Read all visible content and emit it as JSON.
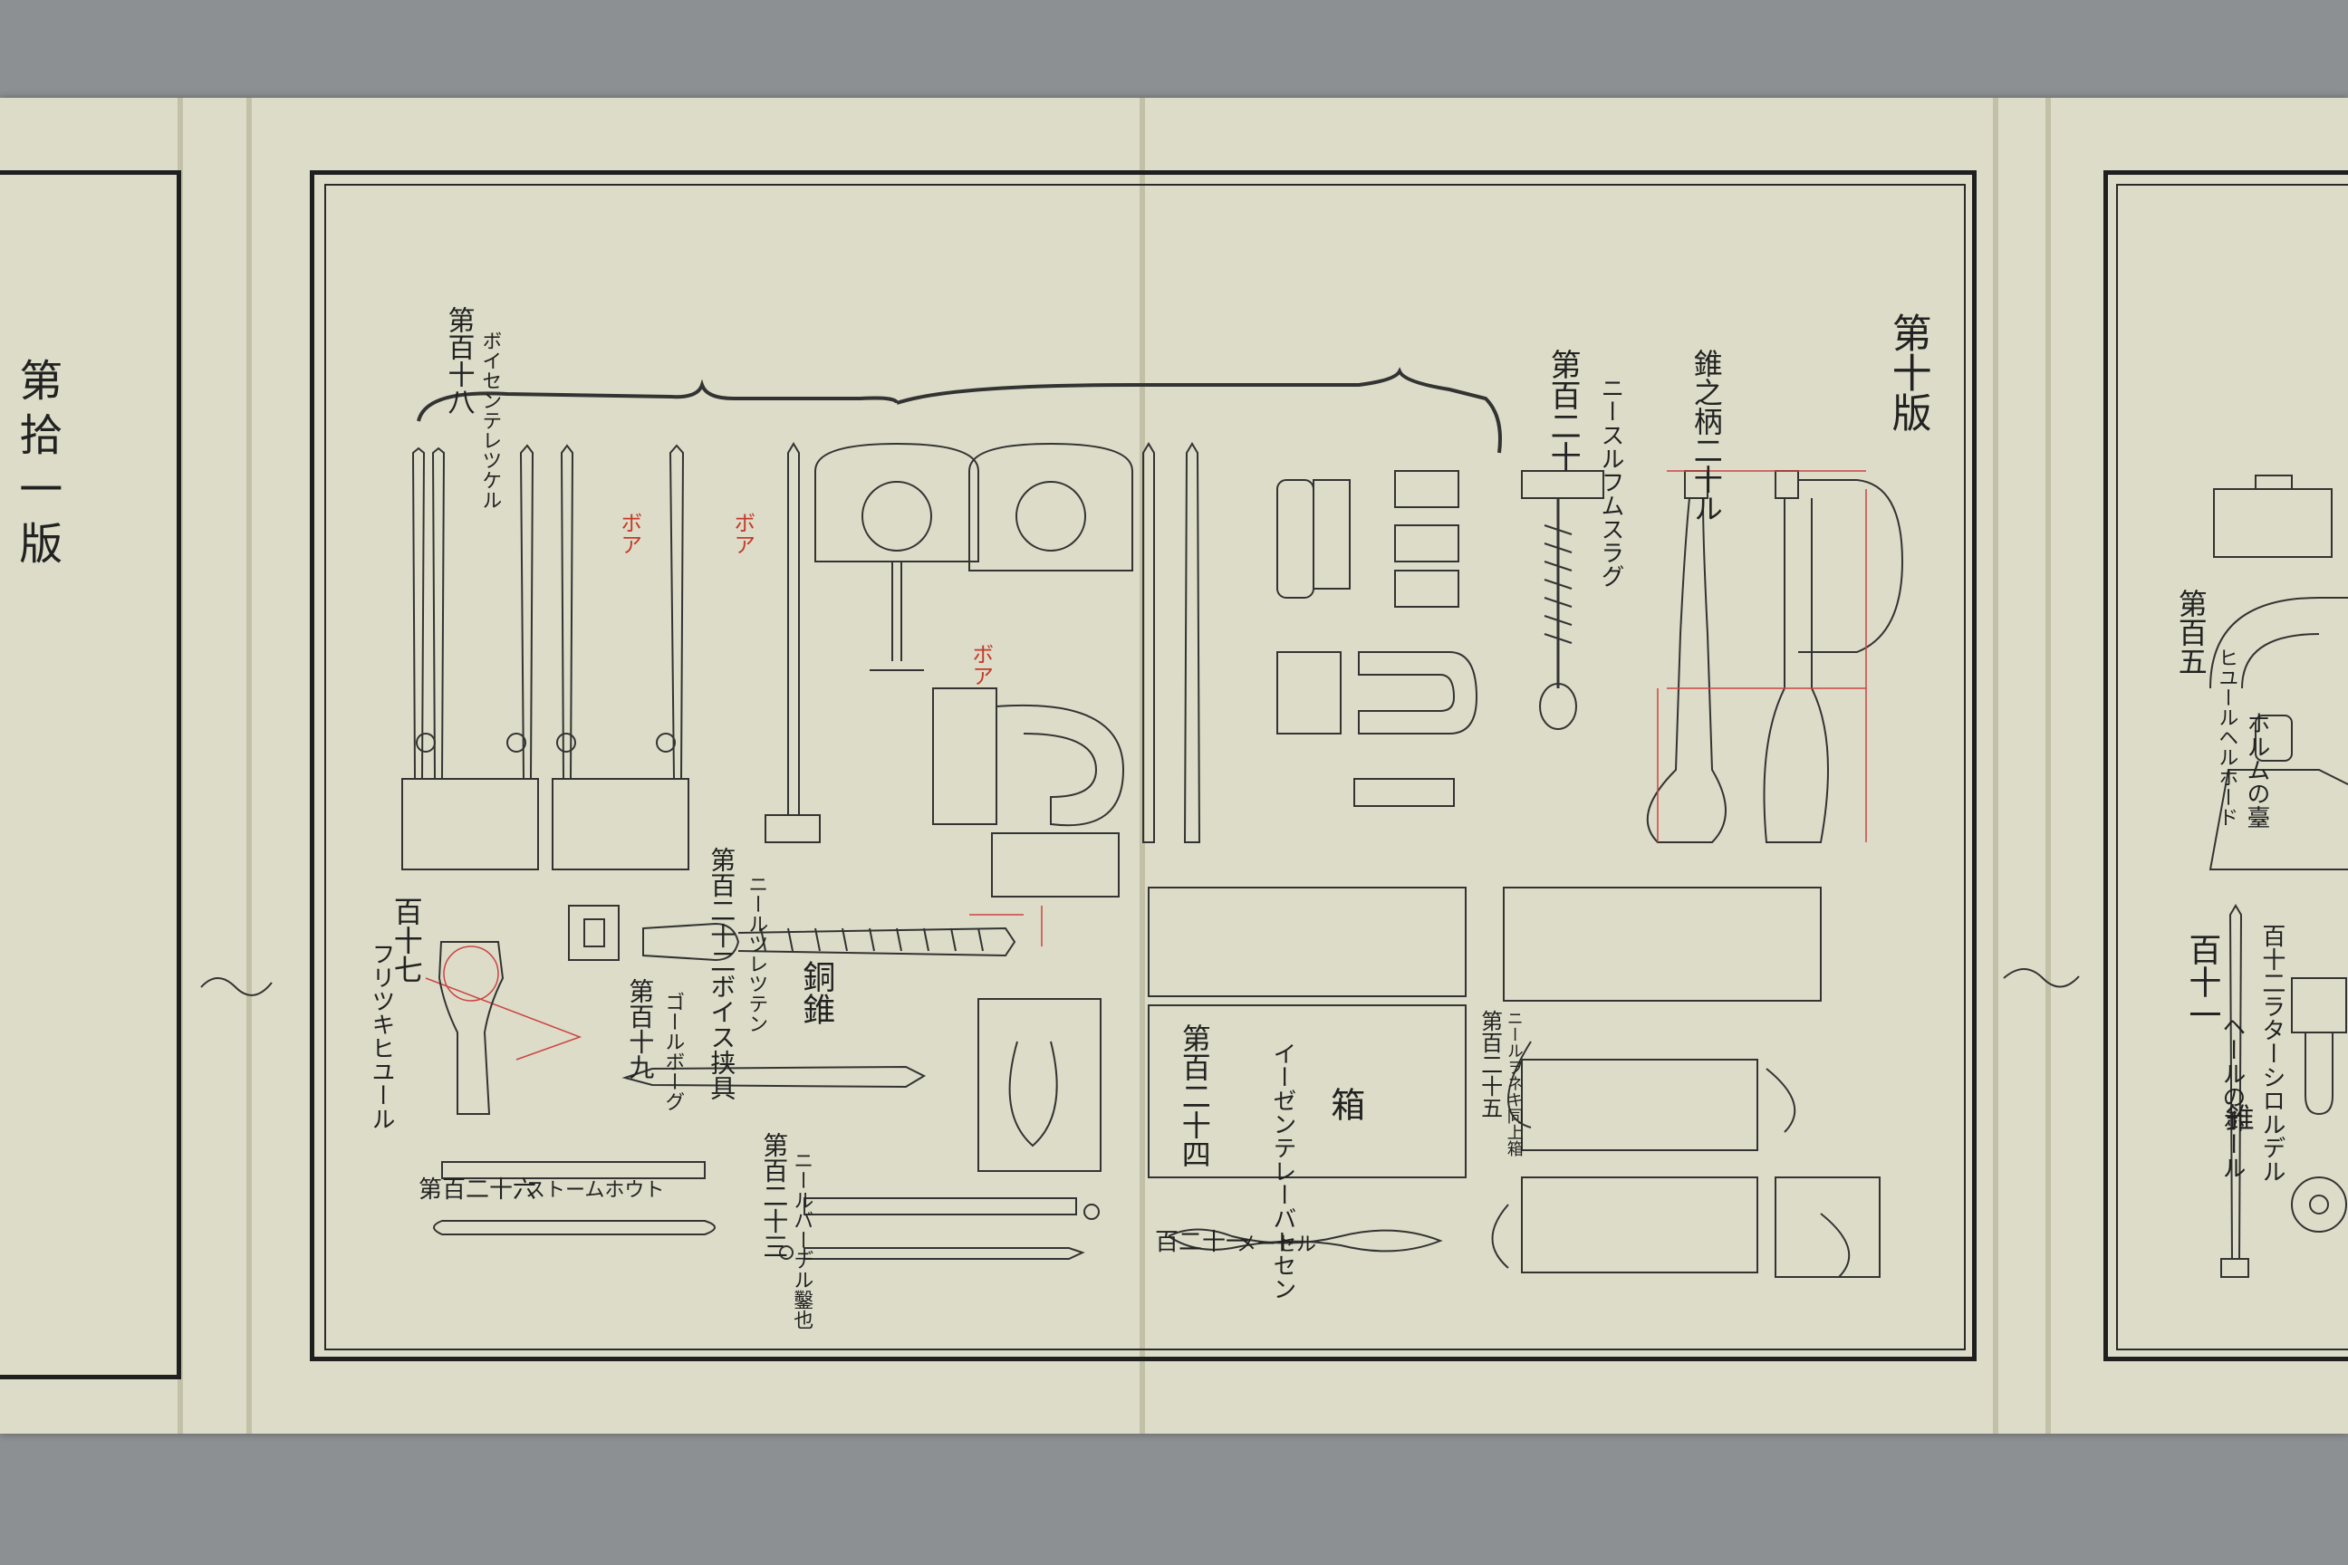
{
  "left_page": {
    "plate_title": "第拾一版"
  },
  "center_page": {
    "plate_title": "第十版",
    "labels": {
      "no118": "第百十八",
      "no118_name": "ボイセンテレツケル",
      "no120": "第百二十",
      "no120_a": "錐之柄二十ル",
      "no120_b": "ニースルフムスラグ",
      "no117": "百十七",
      "no117_name": "フリツキヒユール",
      "no122": "第百二十二ボイス挟具",
      "no122_name": "ニールツレツテン",
      "no119": "第百十九",
      "no119_name": "ゴールボーグ",
      "no119_kanji": "銅錐",
      "no123": "第百二十三",
      "no123_name": "ニールバーデル鑿也",
      "no124": "第百二十四",
      "no124_name": "イーゼンテレーバトセン",
      "no124_kanji": "箱",
      "no125": "第百二十五",
      "no125_name": "ニールヲネキ同上箱",
      "no126": "第百二十六",
      "no126_name": "ストームホウト",
      "no127": "百二十一",
      "no127_name": "メーセル"
    },
    "red_marks": [
      "ボア",
      "ボア",
      "ボア"
    ]
  },
  "right_page": {
    "labels": {
      "no105": "第百五",
      "no105_name": "ヒユールヘルホード",
      "no105_kanji": "ホルムの臺",
      "no111": "百十一",
      "no111_name": "ヘールのホール",
      "no111_kanji": "錐",
      "no112": "百十二ラターシロルデル"
    }
  }
}
